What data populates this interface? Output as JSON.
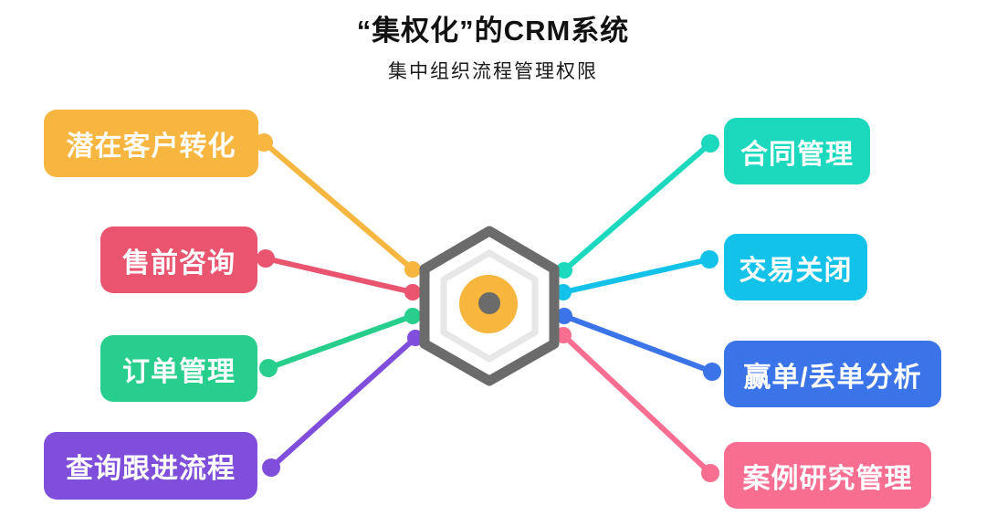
{
  "title": "“集权化”的CRM系统",
  "subtitle": "集中组织流程管理权限",
  "center_icon": {
    "name": "hexagon-eye-icon",
    "outer_hex_color": "#6b6b6b",
    "inner_hex_color": "#e7e7e7",
    "eye_color": "#f7b63e",
    "pupil_color": "#6b6b6b"
  },
  "nodes": [
    {
      "id": "lead-conversion",
      "label": "潜在客户转化",
      "color": "#f6b63f",
      "side": "left"
    },
    {
      "id": "presales-consulting",
      "label": "售前咨询",
      "color": "#e9546e",
      "side": "left"
    },
    {
      "id": "order-management",
      "label": "订单管理",
      "color": "#28ce8b",
      "side": "left"
    },
    {
      "id": "inquiry-follow-up",
      "label": "查询跟进流程",
      "color": "#7f4fdb",
      "side": "left"
    },
    {
      "id": "contract-management",
      "label": "合同管理",
      "color": "#1cd9be",
      "side": "right"
    },
    {
      "id": "deal-closing",
      "label": "交易关闭",
      "color": "#12c2e9",
      "side": "right"
    },
    {
      "id": "win-loss-analysis",
      "label": "赢单/丢单分析",
      "color": "#3b74e8",
      "side": "right"
    },
    {
      "id": "case-study-management",
      "label": "案例研究管理",
      "color": "#f86e90",
      "side": "right"
    }
  ]
}
